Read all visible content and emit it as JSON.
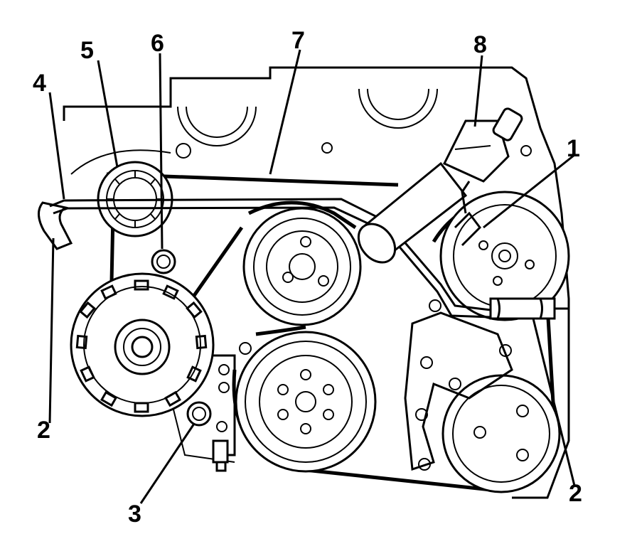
{
  "callouts": [
    {
      "id": "1",
      "text": "1"
    },
    {
      "id": "2a",
      "text": "2"
    },
    {
      "id": "2b",
      "text": "2"
    },
    {
      "id": "3",
      "text": "3"
    },
    {
      "id": "4",
      "text": "4"
    },
    {
      "id": "5",
      "text": "5"
    },
    {
      "id": "6",
      "text": "6"
    },
    {
      "id": "7",
      "text": "7"
    },
    {
      "id": "8",
      "text": "8"
    }
  ],
  "colors": {
    "line": "#000000",
    "background": "#ffffff"
  }
}
